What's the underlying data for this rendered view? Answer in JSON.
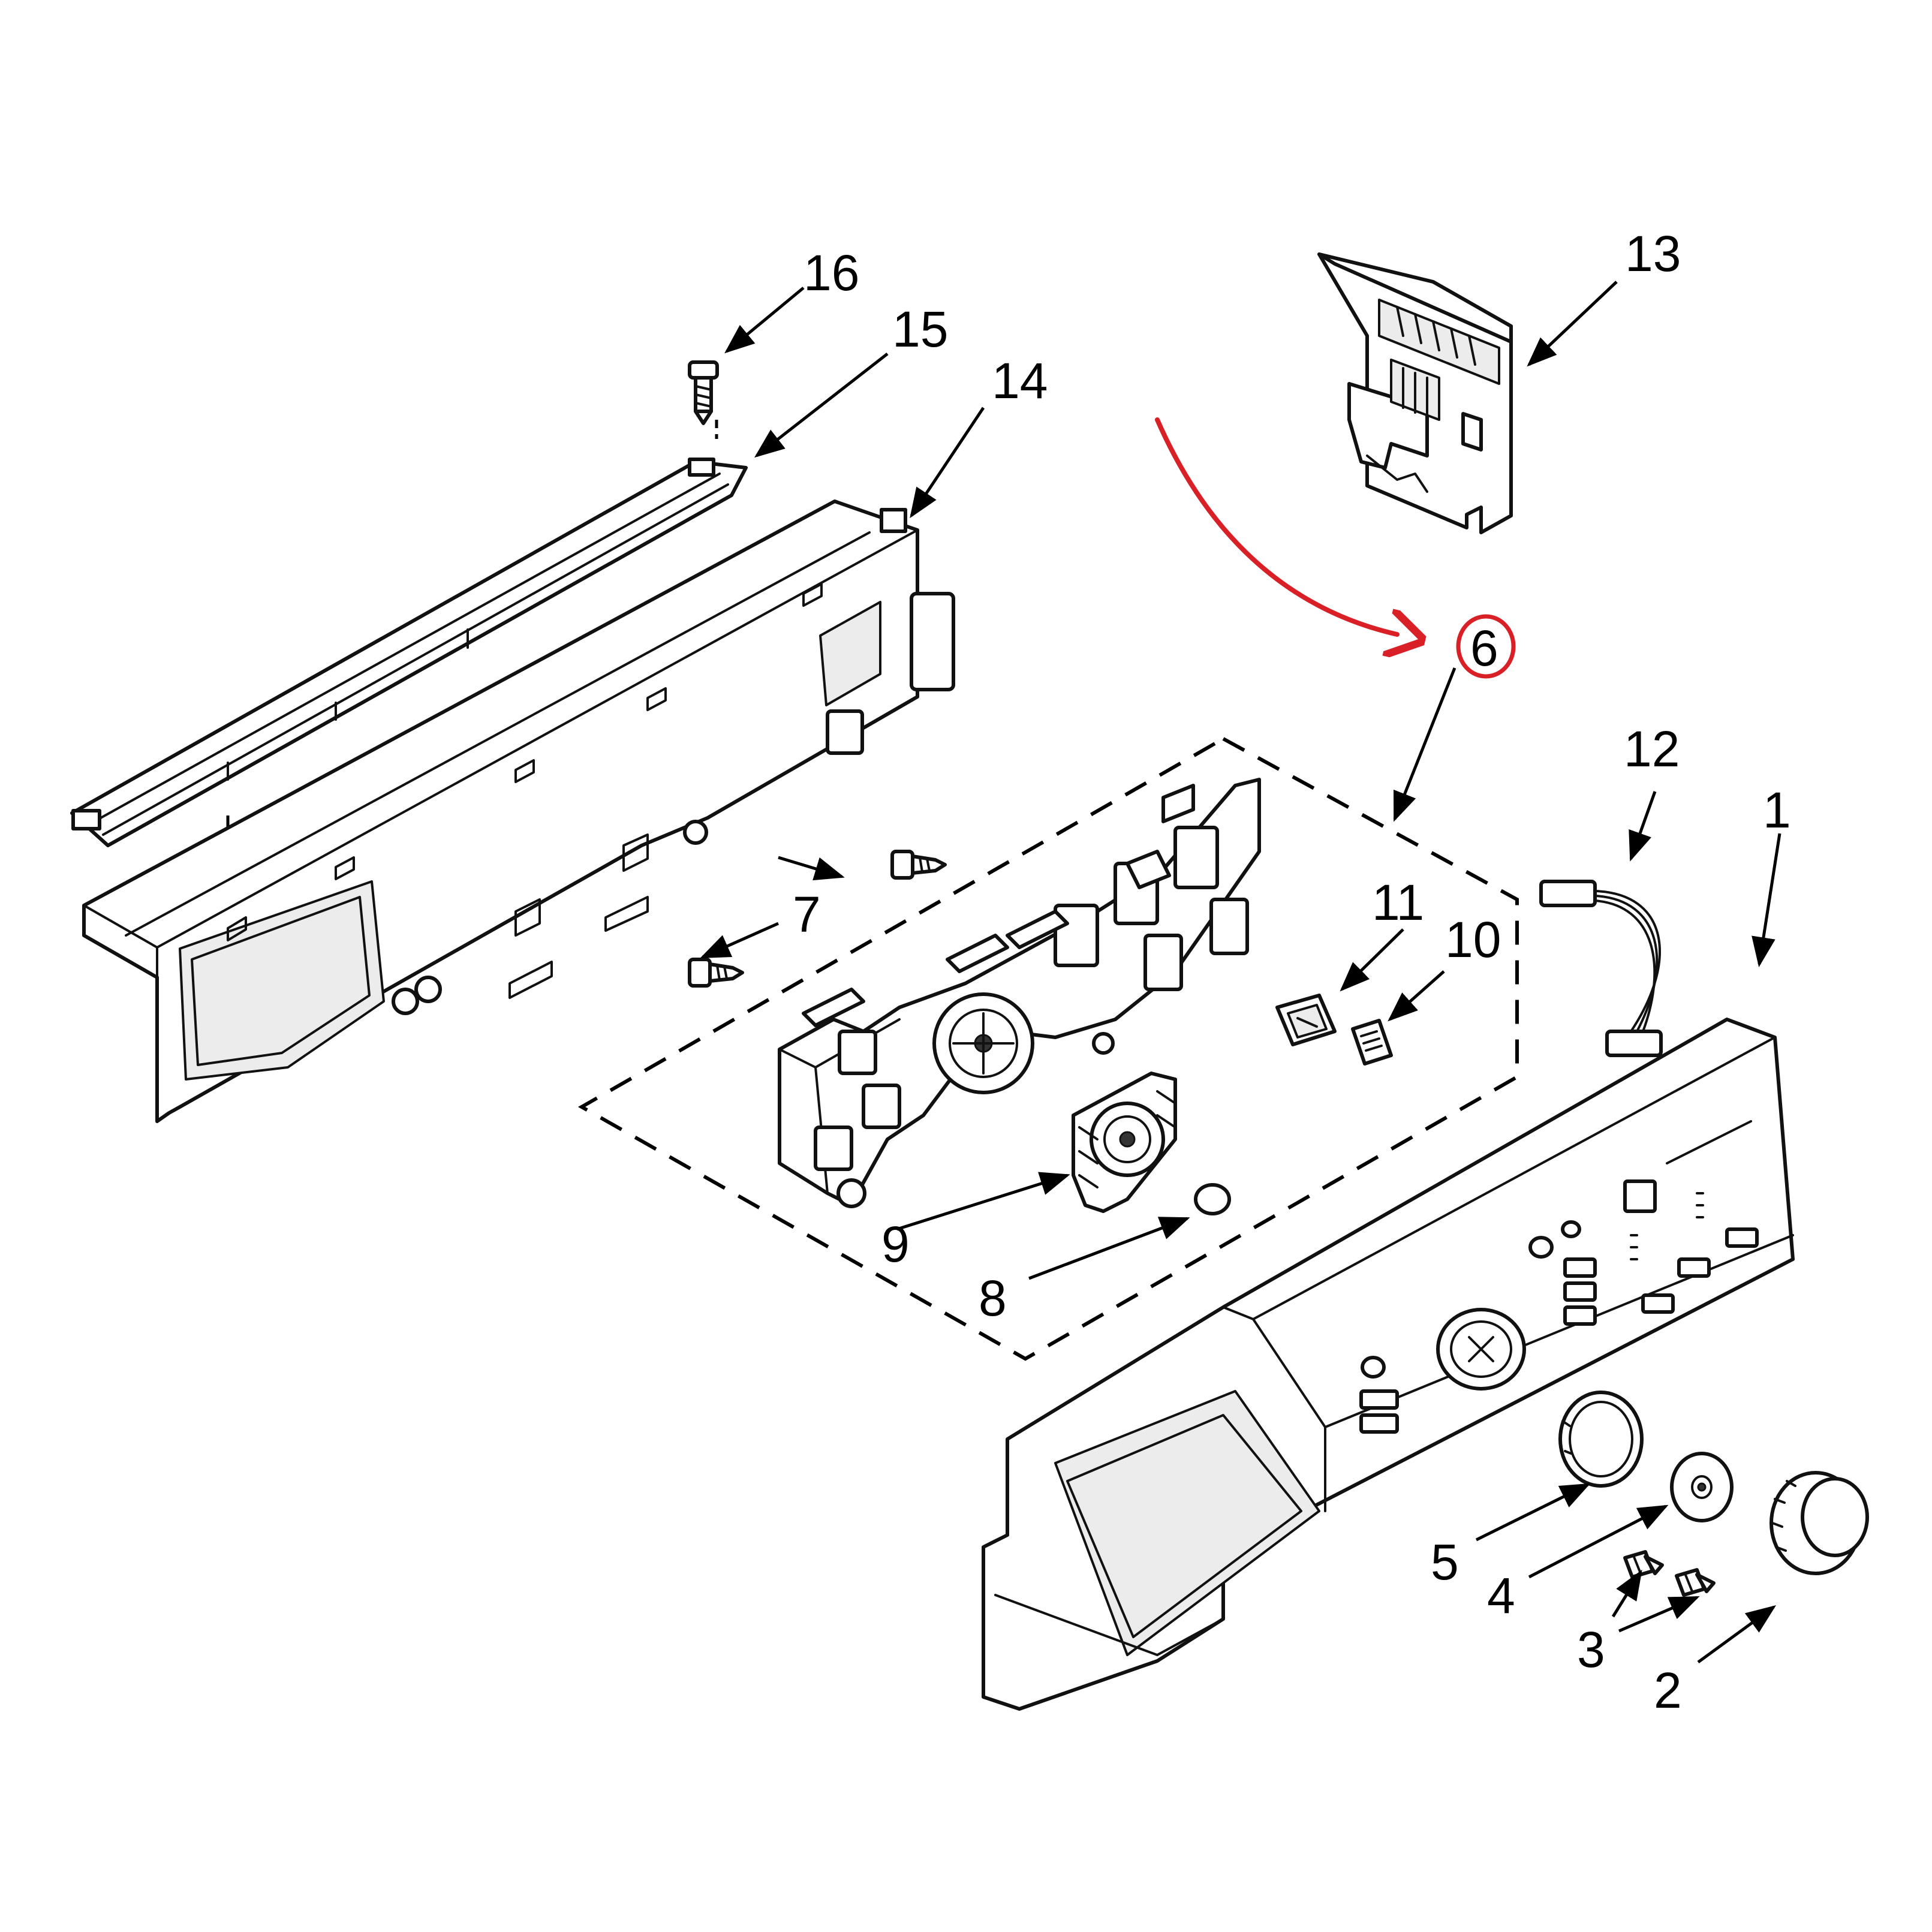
{
  "callouts": {
    "c1": "1",
    "c2": "2",
    "c3": "3",
    "c4": "4",
    "c5": "5",
    "c6": "6",
    "c7": "7",
    "c8": "8",
    "c9": "9",
    "c10": "10",
    "c11": "11",
    "c12": "12",
    "c13": "13",
    "c14": "14",
    "c15": "15",
    "c16": "16"
  },
  "highlight": {
    "callout": "6",
    "color": "#d92027"
  },
  "colors": {
    "line": "#111111",
    "background": "#ffffff"
  }
}
